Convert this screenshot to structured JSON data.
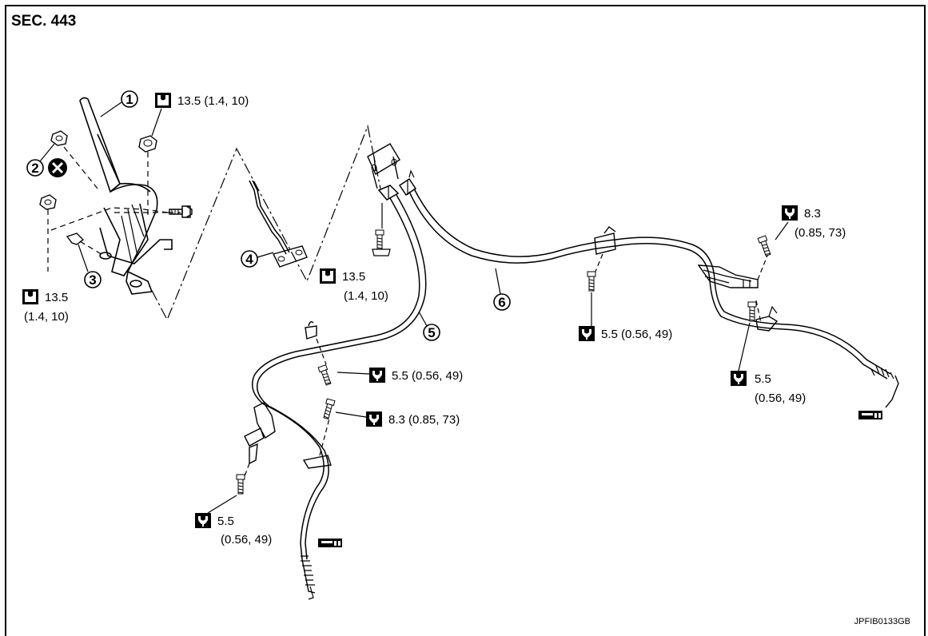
{
  "section": "SEC. 443",
  "figure_code": "JPFIB0133GB",
  "parts": [
    {
      "num": "1"
    },
    {
      "num": "2"
    },
    {
      "num": "3"
    },
    {
      "num": "4"
    },
    {
      "num": "5"
    },
    {
      "num": "6"
    }
  ],
  "torques": {
    "t1": {
      "value": "13.5 (1.4, 10)"
    },
    "t2": {
      "value": "13.5",
      "units": "(1.4, 10)"
    },
    "t3": {
      "value": "13.5",
      "units": "(1.4, 10)"
    },
    "t4": {
      "value": "5.5 (0.56, 49)"
    },
    "t5": {
      "value": "8.3 (0.85, 73)"
    },
    "t6": {
      "value": "5.5",
      "units": "(0.56, 49)"
    },
    "t7": {
      "value": "5.5 (0.56, 49)"
    },
    "t8": {
      "value": "8.3",
      "units": "(0.85, 73)"
    },
    "t9": {
      "value": "5.5",
      "units": "(0.56, 49)"
    }
  }
}
